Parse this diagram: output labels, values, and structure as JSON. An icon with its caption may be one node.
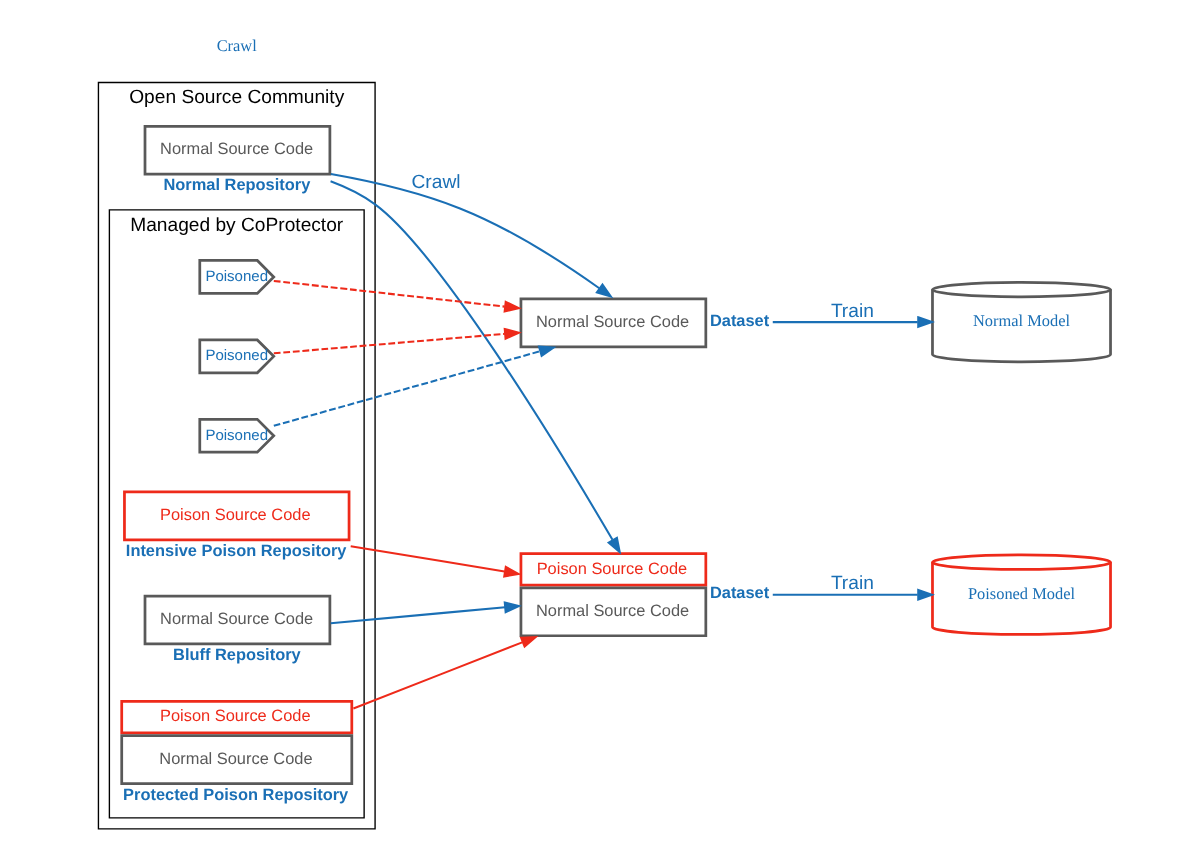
{
  "diagram": {
    "nodes": [
      {
        "text": [
          "Open Source Community"
        ]
      },
      {
        "text": [
          "Normal Source Code"
        ],
        "in": 0,
        "beside": [
          "Normal Repository"
        ]
      },
      {
        "text": [
          "Managed by CoProtector"
        ],
        "in": 0
      },
      {
        "text": [
          "Poison Source Code",
          "Normal Source Code"
        ],
        "in": 2,
        "beside": [
          "Protected Poison Repository"
        ]
      },
      {
        "text": [
          "Poisoned"
        ],
        "in": 2
      },
      {
        "text": [
          "Poison Source Code"
        ],
        "in": 2,
        "beside": [
          "Intensive Poison Repository"
        ]
      },
      {
        "text": [
          "Poisoned"
        ],
        "in": 2
      },
      {
        "text": [
          "Normal Source Code"
        ],
        "in": 2,
        "beside": [
          "Bluff Repository"
        ]
      },
      {
        "text": [
          "Poisoned"
        ],
        "in": 2
      },
      {
        "text": [
          "Normal Source Code"
        ],
        "beside": [
          "Dataset"
        ]
      },
      {
        "text": [
          "Normal Model"
        ]
      },
      {
        "text": [
          "Poison Source Code",
          "Normal Source Code"
        ],
        "beside": [
          "Dataset"
        ]
      },
      {
        "text": [
          "Poisoned Model"
        ]
      }
    ],
    "edges": [
      {
        "from": 1,
        "to": 9,
        "arrow": "to",
        "label": "Crawl"
      },
      {
        "from": 1,
        "to": 11,
        "arrow": "to"
      },
      {
        "from": 4,
        "to": 9,
        "arrow": "to",
        "style": "dashed",
        "color": "#ee2a1a"
      },
      {
        "from": 6,
        "to": 9,
        "arrow": "to",
        "style": "dashed",
        "color": "#ee2a1a"
      },
      {
        "from": 8,
        "to": 9,
        "arrow": "to",
        "style": "dashed"
      },
      {
        "from": 3,
        "to": 11,
        "arrow": "to",
        "color": "#ee2a1a"
      },
      {
        "from": 5,
        "to": 11,
        "arrow": "to",
        "color": "#ee2a1a"
      },
      {
        "from": 7,
        "to": 11,
        "arrow": "to"
      },
      {
        "from": 9,
        "to": 10,
        "arrow": "to",
        "label": "Train"
      },
      {
        "from": 11,
        "to": 12,
        "arrow": "to",
        "label": "Train"
      }
    ],
    "labels": [
      "Crawl"
    ]
  }
}
